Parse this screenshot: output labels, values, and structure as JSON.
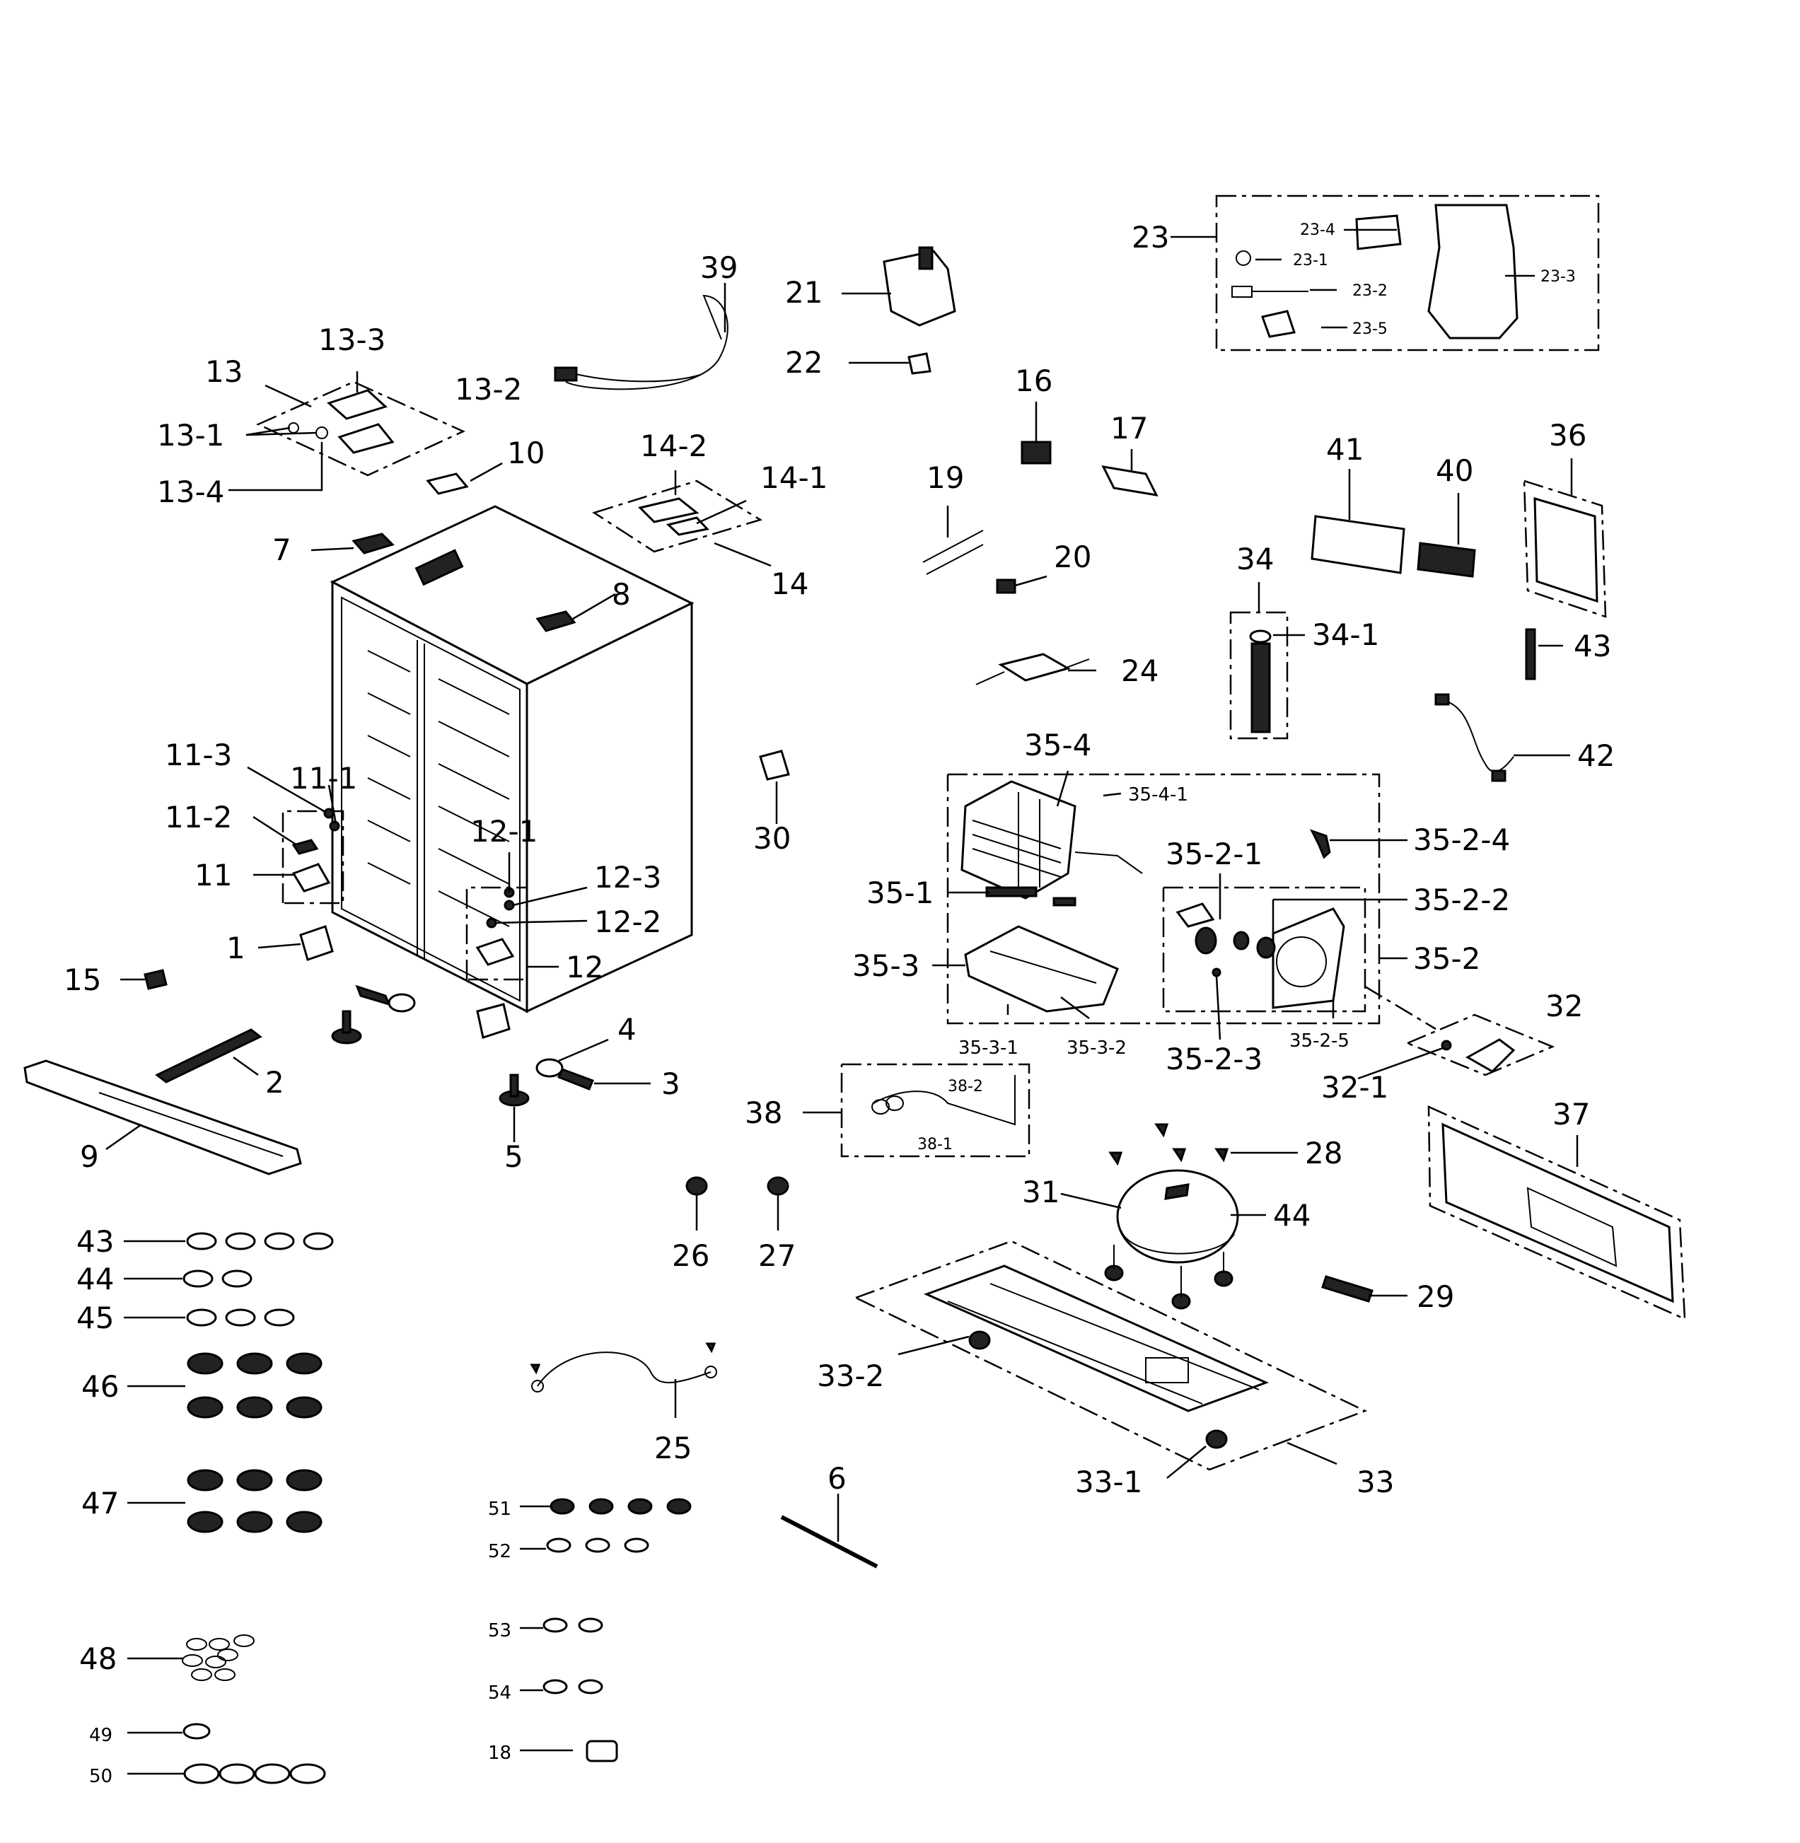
{
  "callouts": [
    {
      "id": "13-3",
      "text": "13-3"
    },
    {
      "id": "13",
      "text": "13"
    },
    {
      "id": "13-2",
      "text": "13-2"
    },
    {
      "id": "13-1",
      "text": "13-1"
    },
    {
      "id": "13-4",
      "text": "13-4"
    },
    {
      "id": "10",
      "text": "10"
    },
    {
      "id": "7",
      "text": "7"
    },
    {
      "id": "8",
      "text": "8"
    },
    {
      "id": "39",
      "text": "39"
    },
    {
      "id": "21",
      "text": "21"
    },
    {
      "id": "22",
      "text": "22"
    },
    {
      "id": "14-2",
      "text": "14-2"
    },
    {
      "id": "14-1",
      "text": "14-1"
    },
    {
      "id": "14",
      "text": "14"
    },
    {
      "id": "16",
      "text": "16"
    },
    {
      "id": "17",
      "text": "17"
    },
    {
      "id": "19",
      "text": "19"
    },
    {
      "id": "20",
      "text": "20"
    },
    {
      "id": "24",
      "text": "24"
    },
    {
      "id": "23",
      "text": "23"
    },
    {
      "id": "23-4",
      "text": "23-4"
    },
    {
      "id": "23-1",
      "text": "23-1"
    },
    {
      "id": "23-2",
      "text": "23-2"
    },
    {
      "id": "23-3",
      "text": "23-3"
    },
    {
      "id": "23-5",
      "text": "23-5"
    },
    {
      "id": "41",
      "text": "41"
    },
    {
      "id": "40",
      "text": "40"
    },
    {
      "id": "36",
      "text": "36"
    },
    {
      "id": "34",
      "text": "34"
    },
    {
      "id": "34-1",
      "text": "34-1"
    },
    {
      "id": "43a",
      "text": "43"
    },
    {
      "id": "42",
      "text": "42"
    },
    {
      "id": "11-3",
      "text": "11-3"
    },
    {
      "id": "11-1",
      "text": "11-1"
    },
    {
      "id": "11-2",
      "text": "11-2"
    },
    {
      "id": "11",
      "text": "11"
    },
    {
      "id": "12-1",
      "text": "12-1"
    },
    {
      "id": "12-3",
      "text": "12-3"
    },
    {
      "id": "12-2",
      "text": "12-2"
    },
    {
      "id": "12",
      "text": "12"
    },
    {
      "id": "1",
      "text": "1"
    },
    {
      "id": "15",
      "text": "15"
    },
    {
      "id": "2",
      "text": "2"
    },
    {
      "id": "9",
      "text": "9"
    },
    {
      "id": "4",
      "text": "4"
    },
    {
      "id": "3",
      "text": "3"
    },
    {
      "id": "5",
      "text": "5"
    },
    {
      "id": "30",
      "text": "30"
    },
    {
      "id": "35-4",
      "text": "35-4"
    },
    {
      "id": "35-4-1",
      "text": "35-4-1"
    },
    {
      "id": "35-2-4",
      "text": "35-2-4"
    },
    {
      "id": "35-2-1",
      "text": "35-2-1"
    },
    {
      "id": "35-2-2",
      "text": "35-2-2"
    },
    {
      "id": "35-1",
      "text": "35-1"
    },
    {
      "id": "35-3",
      "text": "35-3"
    },
    {
      "id": "35-2",
      "text": "35-2"
    },
    {
      "id": "35-3-1",
      "text": "35-3-1"
    },
    {
      "id": "35-3-2",
      "text": "35-3-2"
    },
    {
      "id": "35-2-3",
      "text": "35-2-3"
    },
    {
      "id": "35-2-5",
      "text": "35-2-5"
    },
    {
      "id": "32",
      "text": "32"
    },
    {
      "id": "32-1",
      "text": "32-1"
    },
    {
      "id": "38",
      "text": "38"
    },
    {
      "id": "38-2",
      "text": "38-2"
    },
    {
      "id": "38-1",
      "text": "38-1"
    },
    {
      "id": "37",
      "text": "37"
    },
    {
      "id": "28",
      "text": "28"
    },
    {
      "id": "31",
      "text": "31"
    },
    {
      "id": "44a",
      "text": "44"
    },
    {
      "id": "29",
      "text": "29"
    },
    {
      "id": "26",
      "text": "26"
    },
    {
      "id": "27",
      "text": "27"
    },
    {
      "id": "33-2",
      "text": "33-2"
    },
    {
      "id": "33-1",
      "text": "33-1"
    },
    {
      "id": "33",
      "text": "33"
    },
    {
      "id": "25",
      "text": "25"
    },
    {
      "id": "6",
      "text": "6"
    },
    {
      "id": "43b",
      "text": "43"
    },
    {
      "id": "44b",
      "text": "44"
    },
    {
      "id": "45",
      "text": "45"
    },
    {
      "id": "46",
      "text": "46"
    },
    {
      "id": "47",
      "text": "47"
    },
    {
      "id": "48",
      "text": "48"
    },
    {
      "id": "49",
      "text": "49"
    },
    {
      "id": "50",
      "text": "50"
    },
    {
      "id": "51",
      "text": "51"
    },
    {
      "id": "52",
      "text": "52"
    },
    {
      "id": "53",
      "text": "53"
    },
    {
      "id": "54",
      "text": "54"
    },
    {
      "id": "18",
      "text": "18"
    }
  ]
}
